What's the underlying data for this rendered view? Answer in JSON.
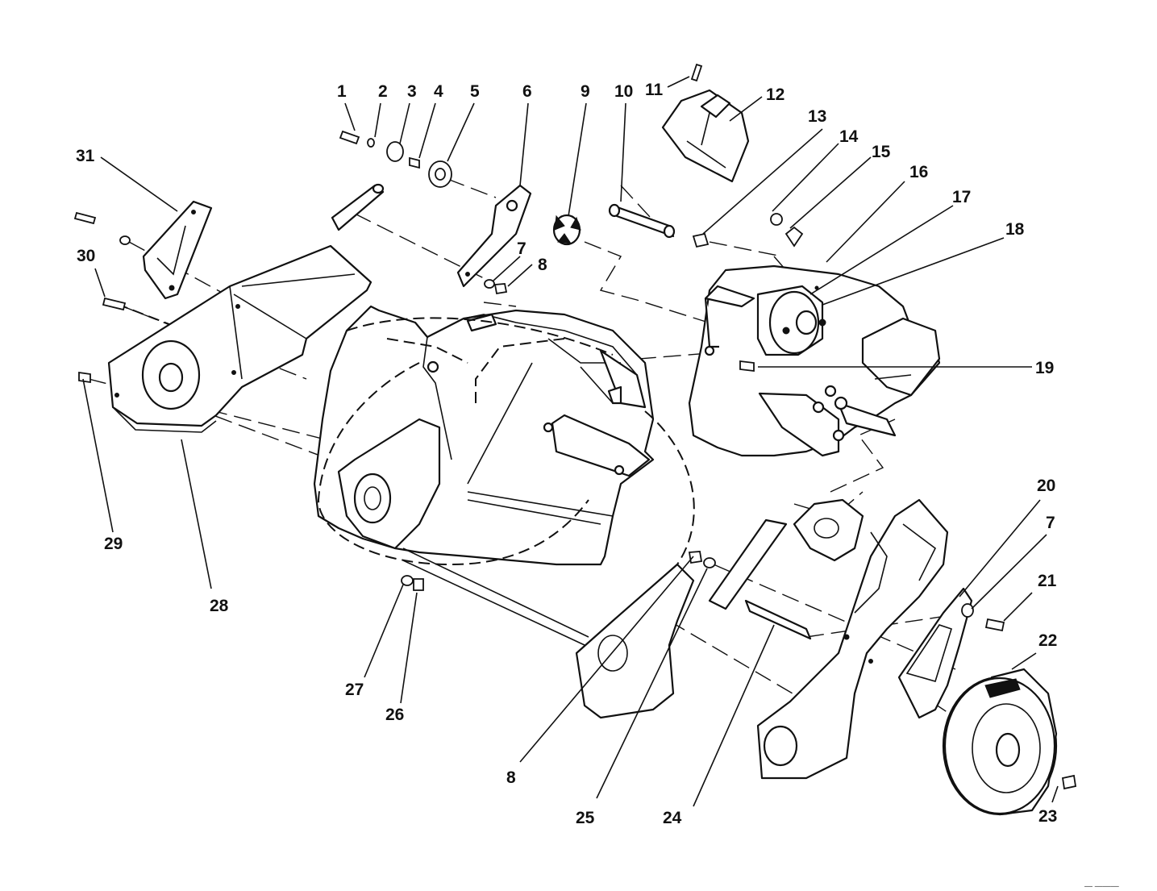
{
  "diagram": {
    "callouts": [
      {
        "id": "1",
        "label": "1"
      },
      {
        "id": "2",
        "label": "2"
      },
      {
        "id": "3",
        "label": "3"
      },
      {
        "id": "4",
        "label": "4"
      },
      {
        "id": "5",
        "label": "5"
      },
      {
        "id": "6",
        "label": "6"
      },
      {
        "id": "7a",
        "label": "7"
      },
      {
        "id": "8a",
        "label": "8"
      },
      {
        "id": "9",
        "label": "9"
      },
      {
        "id": "10",
        "label": "10"
      },
      {
        "id": "11",
        "label": "11"
      },
      {
        "id": "12",
        "label": "12"
      },
      {
        "id": "13",
        "label": "13"
      },
      {
        "id": "14",
        "label": "14"
      },
      {
        "id": "15",
        "label": "15"
      },
      {
        "id": "16",
        "label": "16"
      },
      {
        "id": "17",
        "label": "17"
      },
      {
        "id": "18",
        "label": "18"
      },
      {
        "id": "19",
        "label": "19"
      },
      {
        "id": "20",
        "label": "20"
      },
      {
        "id": "7b",
        "label": "7"
      },
      {
        "id": "21",
        "label": "21"
      },
      {
        "id": "22",
        "label": "22"
      },
      {
        "id": "23",
        "label": "23"
      },
      {
        "id": "24",
        "label": "24"
      },
      {
        "id": "25",
        "label": "25"
      },
      {
        "id": "8b",
        "label": "8"
      },
      {
        "id": "26",
        "label": "26"
      },
      {
        "id": "27",
        "label": "27"
      },
      {
        "id": "28",
        "label": "28"
      },
      {
        "id": "29",
        "label": "29"
      },
      {
        "id": "30",
        "label": "30"
      },
      {
        "id": "31",
        "label": "31"
      }
    ],
    "stamp": "— ———"
  }
}
